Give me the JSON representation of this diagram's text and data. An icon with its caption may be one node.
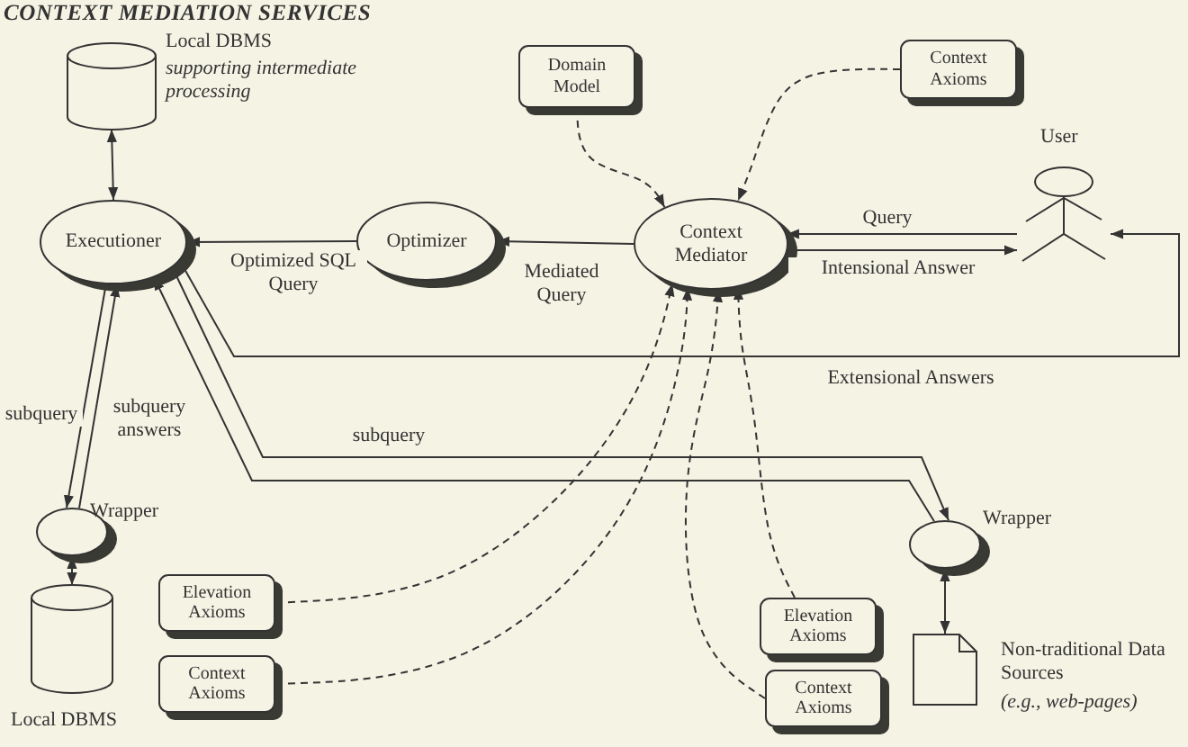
{
  "diagram": {
    "title": "CONTEXT MEDIATION SERVICES",
    "nodes": [
      {
        "text": [],
        "shape": "cylinder",
        "beside": [
          "Local DBMS",
          "supporting intermediate processing"
        ]
      },
      {
        "text": [
          "Executioner"
        ]
      },
      {
        "text": [
          "Optimizer"
        ]
      },
      {
        "text": [
          "Context Mediator"
        ]
      },
      {
        "text": [
          "Domain Model"
        ]
      },
      {
        "text": [
          "Context Axioms"
        ]
      },
      {
        "text": [],
        "shape": "person",
        "beside": [
          "User"
        ]
      },
      {
        "text": [],
        "shape": "ellipse",
        "beside": [
          "Wrapper"
        ]
      },
      {
        "text": [],
        "shape": "cylinder",
        "beside": [
          "Local DBMS"
        ]
      },
      {
        "text": [
          "Elevation Axioms"
        ]
      },
      {
        "text": [
          "Context Axioms"
        ]
      },
      {
        "text": [],
        "shape": "ellipse",
        "beside": [
          "Wrapper"
        ]
      },
      {
        "text": [],
        "shape": "document",
        "beside": [
          "Non-traditional Data Sources",
          "(e.g., web-pages)"
        ]
      },
      {
        "text": [
          "Elevation Axioms"
        ]
      },
      {
        "text": [
          "Context Axioms"
        ]
      }
    ],
    "edges": [
      {
        "from": 0,
        "to": 1,
        "arrow": "both"
      },
      {
        "from": 2,
        "to": 1,
        "arrow": "to",
        "label": "Optimized SQL Query"
      },
      {
        "from": 3,
        "to": 2,
        "arrow": "to",
        "label": "Mediated Query"
      },
      {
        "from": 4,
        "to": 3,
        "arrow": "to",
        "style": "dashed"
      },
      {
        "from": 5,
        "to": 3,
        "arrow": "to",
        "style": "dashed"
      },
      {
        "from": 6,
        "to": 3,
        "arrow": "to",
        "label": "Query"
      },
      {
        "from": 3,
        "to": 6,
        "arrow": "to",
        "label": "Intensional Answer"
      },
      {
        "from": 1,
        "to": 6,
        "arrow": "to",
        "label": "Extensional Answers"
      },
      {
        "from": 1,
        "to": 7,
        "arrow": "to",
        "label": "subquery"
      },
      {
        "from": 7,
        "to": 1,
        "arrow": "to",
        "label": "subquery answers"
      },
      {
        "from": 1,
        "to": 11,
        "arrow": "to",
        "label": "subquery"
      },
      {
        "from": 11,
        "to": 1,
        "arrow": "to"
      },
      {
        "from": 7,
        "to": 8,
        "arrow": "both"
      },
      {
        "from": 11,
        "to": 12,
        "arrow": "both"
      },
      {
        "from": 9,
        "to": 3,
        "arrow": "to",
        "style": "dashed"
      },
      {
        "from": 10,
        "to": 3,
        "arrow": "to",
        "style": "dashed"
      },
      {
        "from": 13,
        "to": 3,
        "arrow": "to",
        "style": "dashed"
      },
      {
        "from": 14,
        "to": 3,
        "arrow": "to",
        "style": "dashed"
      }
    ]
  }
}
